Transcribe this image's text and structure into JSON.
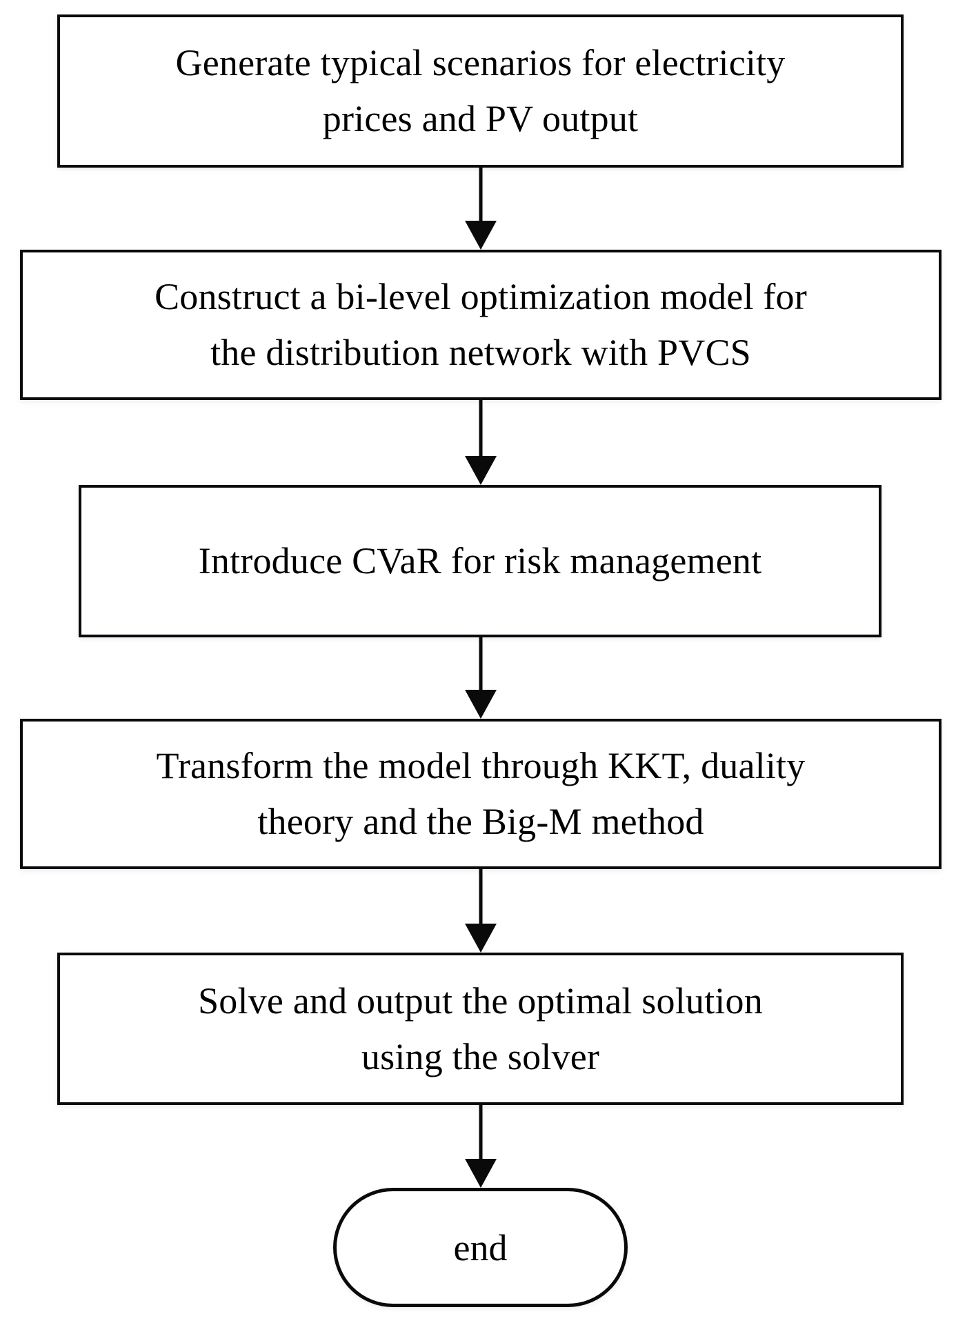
{
  "diagram": {
    "type": "flowchart",
    "orientation": "vertical",
    "background_color": "#ffffff",
    "stroke_color": "#0a0a0a",
    "text_color": "#000000",
    "nodes": [
      {
        "id": "generate-scenarios",
        "shape": "rectangle",
        "label": "Generate typical scenarios for electricity\nprices and PV output"
      },
      {
        "id": "construct-model",
        "shape": "rectangle",
        "label": "Construct a bi-level optimization model for\nthe distribution network with PVCS"
      },
      {
        "id": "introduce-cvar",
        "shape": "rectangle",
        "label": "Introduce CVaR for risk management"
      },
      {
        "id": "transform-model",
        "shape": "rectangle",
        "label": "Transform  the model through KKT, duality\ntheory and the Big-M method"
      },
      {
        "id": "solve-output",
        "shape": "rectangle",
        "label": "Solve and output the optimal solution\nusing the solver"
      },
      {
        "id": "end",
        "shape": "rounded-terminator",
        "label": "end"
      }
    ],
    "connectors": [
      {
        "id": "arrow-1",
        "from": "generate-scenarios",
        "to": "construct-model",
        "label": ""
      },
      {
        "id": "arrow-2",
        "from": "construct-model",
        "to": "introduce-cvar",
        "label": ""
      },
      {
        "id": "arrow-3",
        "from": "introduce-cvar",
        "to": "transform-model",
        "label": ""
      },
      {
        "id": "arrow-4",
        "from": "transform-model",
        "to": "solve-output",
        "label": ""
      },
      {
        "id": "arrow-5",
        "from": "solve-output",
        "to": "end",
        "label": ""
      }
    ]
  }
}
